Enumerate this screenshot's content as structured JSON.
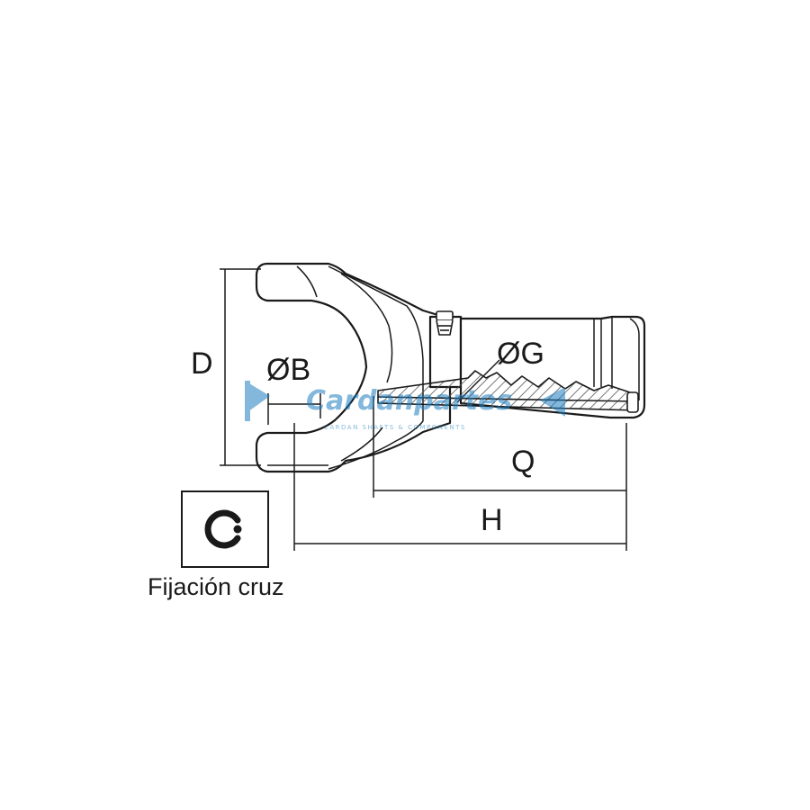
{
  "labels": {
    "d": "D",
    "b": "ØB",
    "g": "ØG",
    "q": "Q",
    "h": "H"
  },
  "legend": {
    "caption": "Fijación cruz",
    "icon": "circlip-icon"
  },
  "watermark": {
    "brand": "Cardanpartes",
    "tagline": "CARDAN SHAFTS & COMPONENTS",
    "color": "#1e7fc0"
  },
  "colors": {
    "line": "#1a1a1a",
    "hatch": "#555555"
  }
}
